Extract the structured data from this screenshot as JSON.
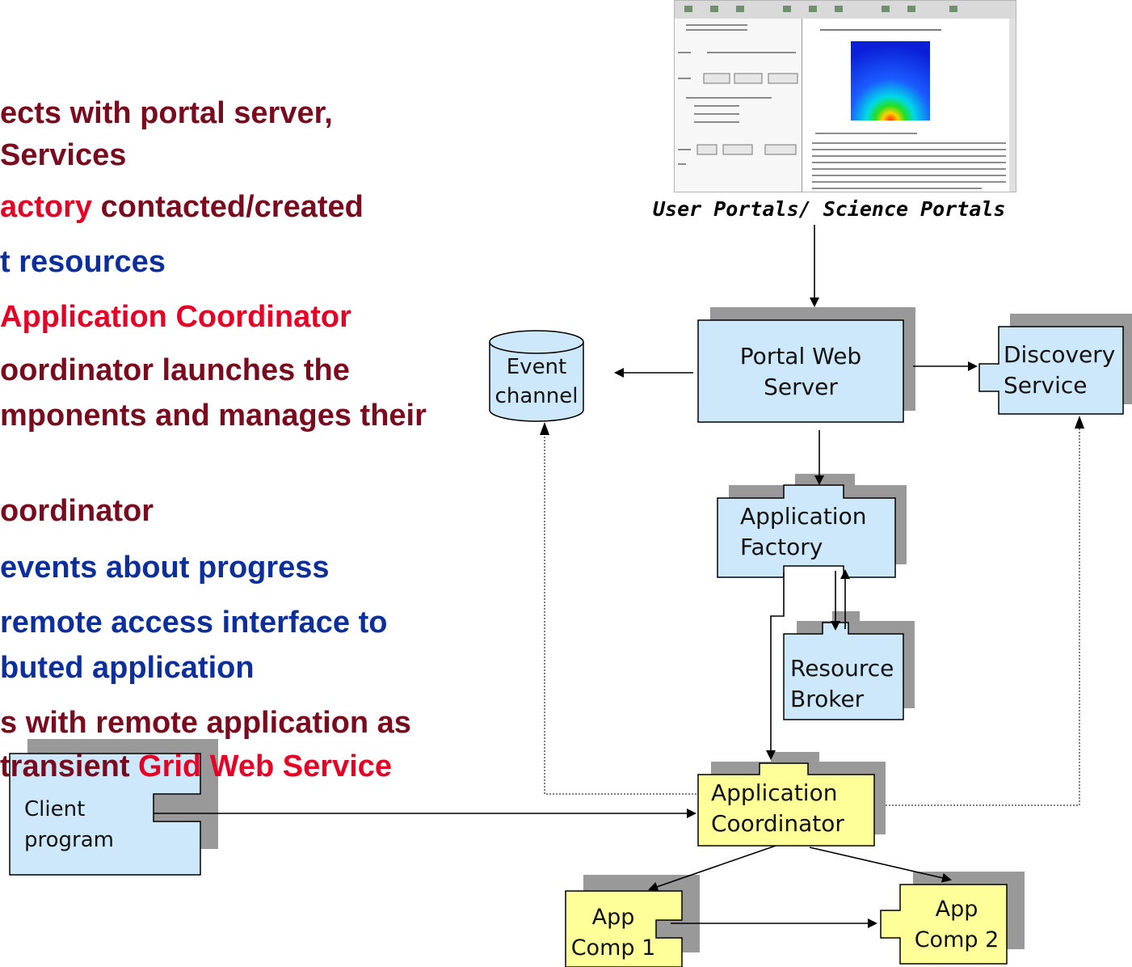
{
  "bullets": [
    {
      "parts": [
        {
          "t": "ects with portal server,",
          "c": "mar"
        }
      ]
    },
    {
      "parts": [
        {
          "t": " Services",
          "c": "mar"
        }
      ]
    },
    {
      "parts": [
        {
          "t": "actory",
          "c": "red"
        },
        {
          "t": " contacted/created",
          "c": "mar"
        }
      ]
    },
    {
      "parts": [
        {
          "t": "t resources",
          "c": "blu"
        }
      ]
    },
    {
      "parts": [
        {
          "t": " Application Coordinator",
          "c": "red"
        }
      ]
    },
    {
      "parts": [
        {
          "t": "oordinator launches the",
          "c": "mar"
        }
      ]
    },
    {
      "parts": [
        {
          "t": "mponents and manages their",
          "c": "mar"
        }
      ]
    },
    {
      "parts": [
        {
          "t": "oordinator",
          "c": "mar"
        }
      ]
    },
    {
      "parts": [
        {
          "t": " events about progress",
          "c": "blu"
        }
      ]
    },
    {
      "parts": [
        {
          "t": "remote access interface to",
          "c": "blu"
        }
      ]
    },
    {
      "parts": [
        {
          "t": "buted application",
          "c": "blu"
        }
      ]
    },
    {
      "parts": [
        {
          "t": "s with remote application as",
          "c": "mar"
        }
      ]
    },
    {
      "parts": [
        {
          "t": "transient ",
          "c": "mar"
        },
        {
          "t": "Grid Web Service",
          "c": "red"
        }
      ]
    }
  ],
  "caption": "User Portals/ Science Portals",
  "nodes": {
    "event_channel": [
      "Event",
      "channel"
    ],
    "portal_web_server": [
      "Portal Web",
      "Server"
    ],
    "discovery_service": [
      "Discovery",
      "Service"
    ],
    "application_factory": [
      "Application",
      "Factory"
    ],
    "resource_broker": [
      "Resource",
      "Broker"
    ],
    "application_coordinator": [
      "Application",
      "Coordinator"
    ],
    "client_program": [
      "Client",
      "program"
    ],
    "app_comp_1": [
      "App",
      "Comp 1"
    ],
    "app_comp_2": [
      "App",
      "Comp 2"
    ]
  },
  "colors": {
    "blue_box": "#cce8fa",
    "yellow_box": "#ffff99",
    "shadow": "#999999",
    "maroon_text": "#7a0a1e",
    "blue_text": "#0c2f9c",
    "red_text": "#e60026"
  }
}
